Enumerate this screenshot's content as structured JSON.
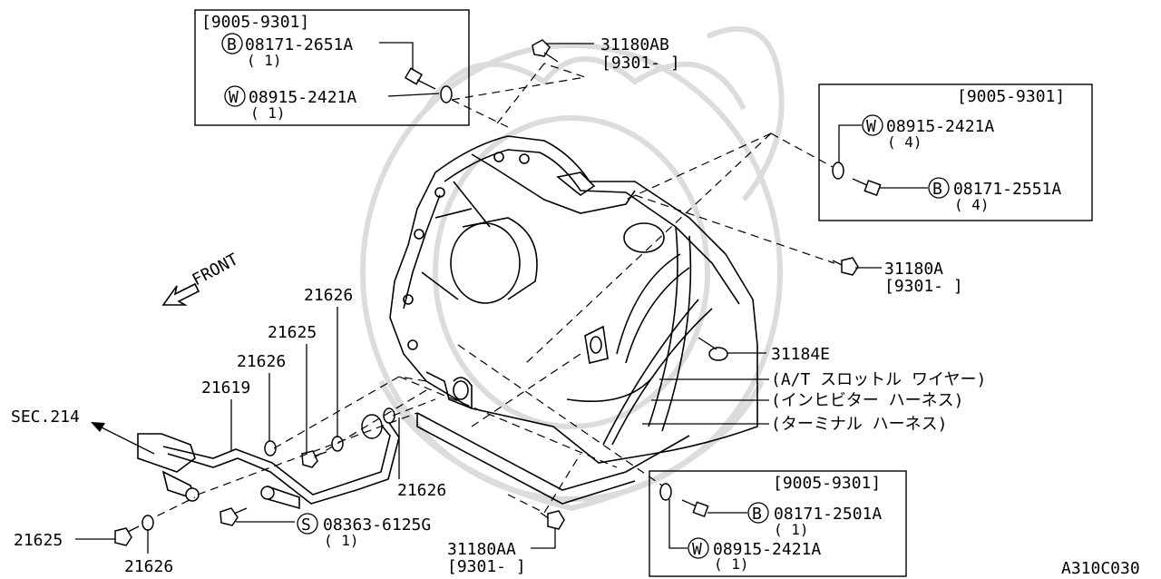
{
  "diagram_code": "A310C030",
  "front_label": "FRONT",
  "sec_label": "SEC.214",
  "boxes": {
    "top_left": {
      "range": "[9005-9301]",
      "bolt": {
        "symbol": "B",
        "part": "08171-2651A",
        "qty": "( 1)"
      },
      "washer": {
        "symbol": "W",
        "part": "08915-2421A",
        "qty": "( 1)"
      }
    },
    "top_right": {
      "range": "[9005-9301]",
      "washer": {
        "symbol": "W",
        "part": "08915-2421A",
        "qty": "( 4)"
      },
      "bolt": {
        "symbol": "B",
        "part": "08171-2551A",
        "qty": "( 4)"
      }
    },
    "bottom_right": {
      "range": "[9005-9301]",
      "bolt": {
        "symbol": "B",
        "part": "08171-2501A",
        "qty": "( 1)"
      },
      "washer": {
        "symbol": "W",
        "part": "08915-2421A",
        "qty": "( 1)"
      }
    }
  },
  "parts": {
    "p31180AB": {
      "label": "31180AB",
      "range": "[9301-      ]"
    },
    "p31180A": {
      "label": "31180A",
      "range": "[9301-      ]"
    },
    "p31180AA": {
      "label": "31180AA",
      "range": "[9301-      ]"
    },
    "p31184E": {
      "label": "31184E"
    },
    "at_throttle": {
      "label": "(A/T スロットル  ワイヤー)"
    },
    "inhibitor": {
      "label": "(インヒビター  ハーネス)"
    },
    "terminal": {
      "label": "(ターミナル  ハーネス)"
    },
    "p21626_top": {
      "label": "21626"
    },
    "p21625_top": {
      "label": "21625"
    },
    "p21626_mid": {
      "label": "21626"
    },
    "p21619": {
      "label": "21619"
    },
    "p21626_right": {
      "label": "21626"
    },
    "p21625_bottom": {
      "label": "21625"
    },
    "p21626_bottom": {
      "label": "21626"
    },
    "s_bolt": {
      "symbol": "S",
      "part": "08363-6125G",
      "qty": "( 1)"
    }
  }
}
